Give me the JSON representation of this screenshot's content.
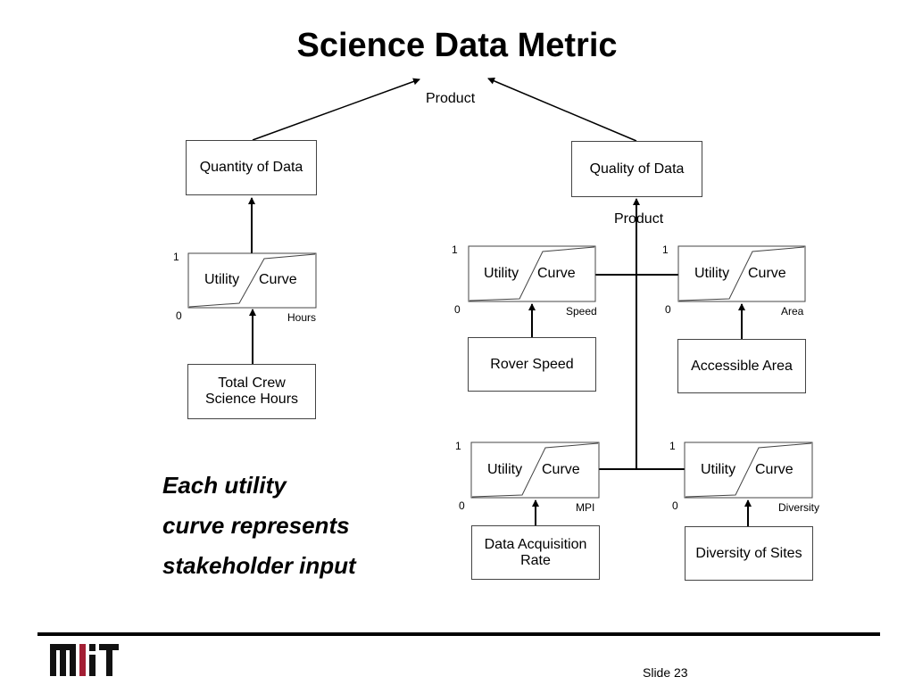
{
  "slide": {
    "title": "Science Data Metric",
    "slide_number": "Slide 23"
  },
  "diagram": {
    "top_product_label": "Product",
    "inner_product_label": "Product",
    "quantity_box": "Quantity of Data",
    "quality_box": "Quality of Data",
    "utility_label": "Utility",
    "curve_label": "Curve",
    "axis_max": "1",
    "axis_min": "0",
    "units": {
      "hours": "Hours",
      "speed": "Speed",
      "area": "Area",
      "mpi": "MPI",
      "diversity": "Diversity"
    },
    "inputs": {
      "crew_hours": "Total Crew\nScience Hours",
      "rover_speed": "Rover Speed",
      "accessible_area": "Accessible Area",
      "data_acquisition": "Data Acquisition\nRate",
      "diversity_sites": "Diversity of Sites"
    }
  },
  "note": {
    "line1": "Each utility",
    "line2": "curve represents",
    "line3": "stakeholder input"
  },
  "logo": {
    "text": "MIT"
  }
}
